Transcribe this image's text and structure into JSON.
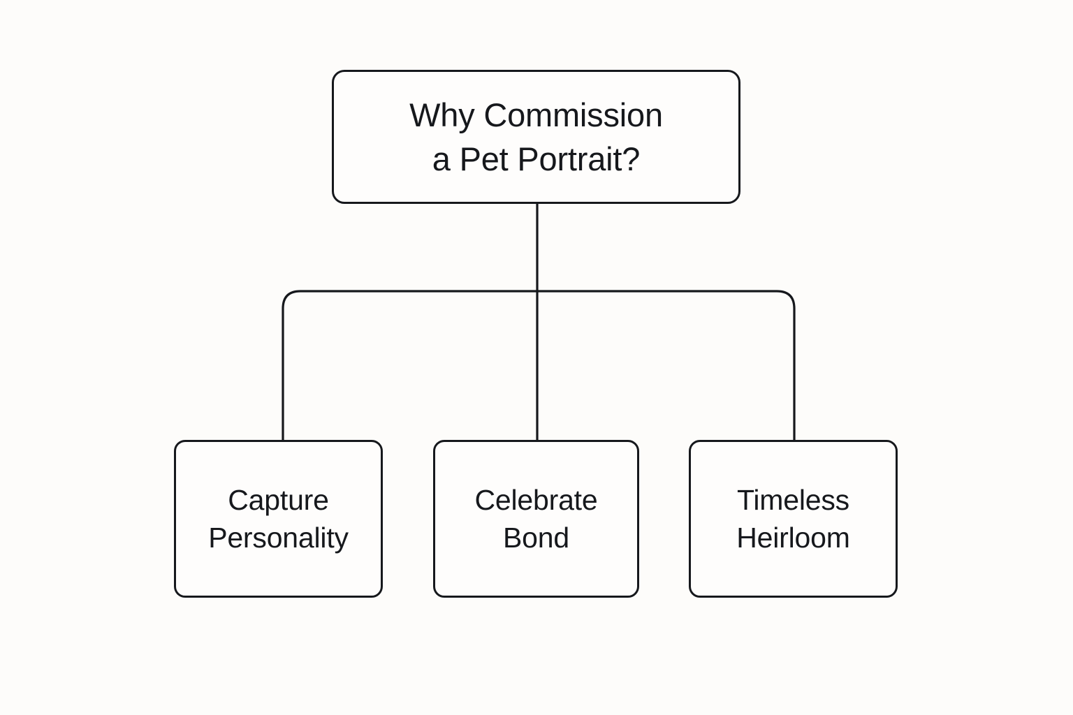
{
  "diagram": {
    "type": "tree",
    "orientation": "top-down",
    "background_color": "#fdfcfa",
    "stroke_color": "#16181c",
    "node_fill_color": "#fefdfc",
    "text_color": "#16181c",
    "root": {
      "id": "root",
      "label": "Why Commission\na Pet Portrait?",
      "line_1": "Why Commission",
      "line_2": "a Pet Portrait?"
    },
    "children": [
      {
        "id": "capture-personality",
        "label": "Capture\nPersonality",
        "line_1": "Capture",
        "line_2": "Personality"
      },
      {
        "id": "celebrate-bond",
        "label": "Celebrate\nBond",
        "line_1": "Celebrate",
        "line_2": "Bond"
      },
      {
        "id": "timeless-heirloom",
        "label": "Timeless\nHeirloom",
        "line_1": "Timeless",
        "line_2": "Heirloom"
      }
    ],
    "edges": [
      {
        "from": "root",
        "to": "capture-personality"
      },
      {
        "from": "root",
        "to": "celebrate-bond"
      },
      {
        "from": "root",
        "to": "timeless-heirloom"
      }
    ]
  }
}
